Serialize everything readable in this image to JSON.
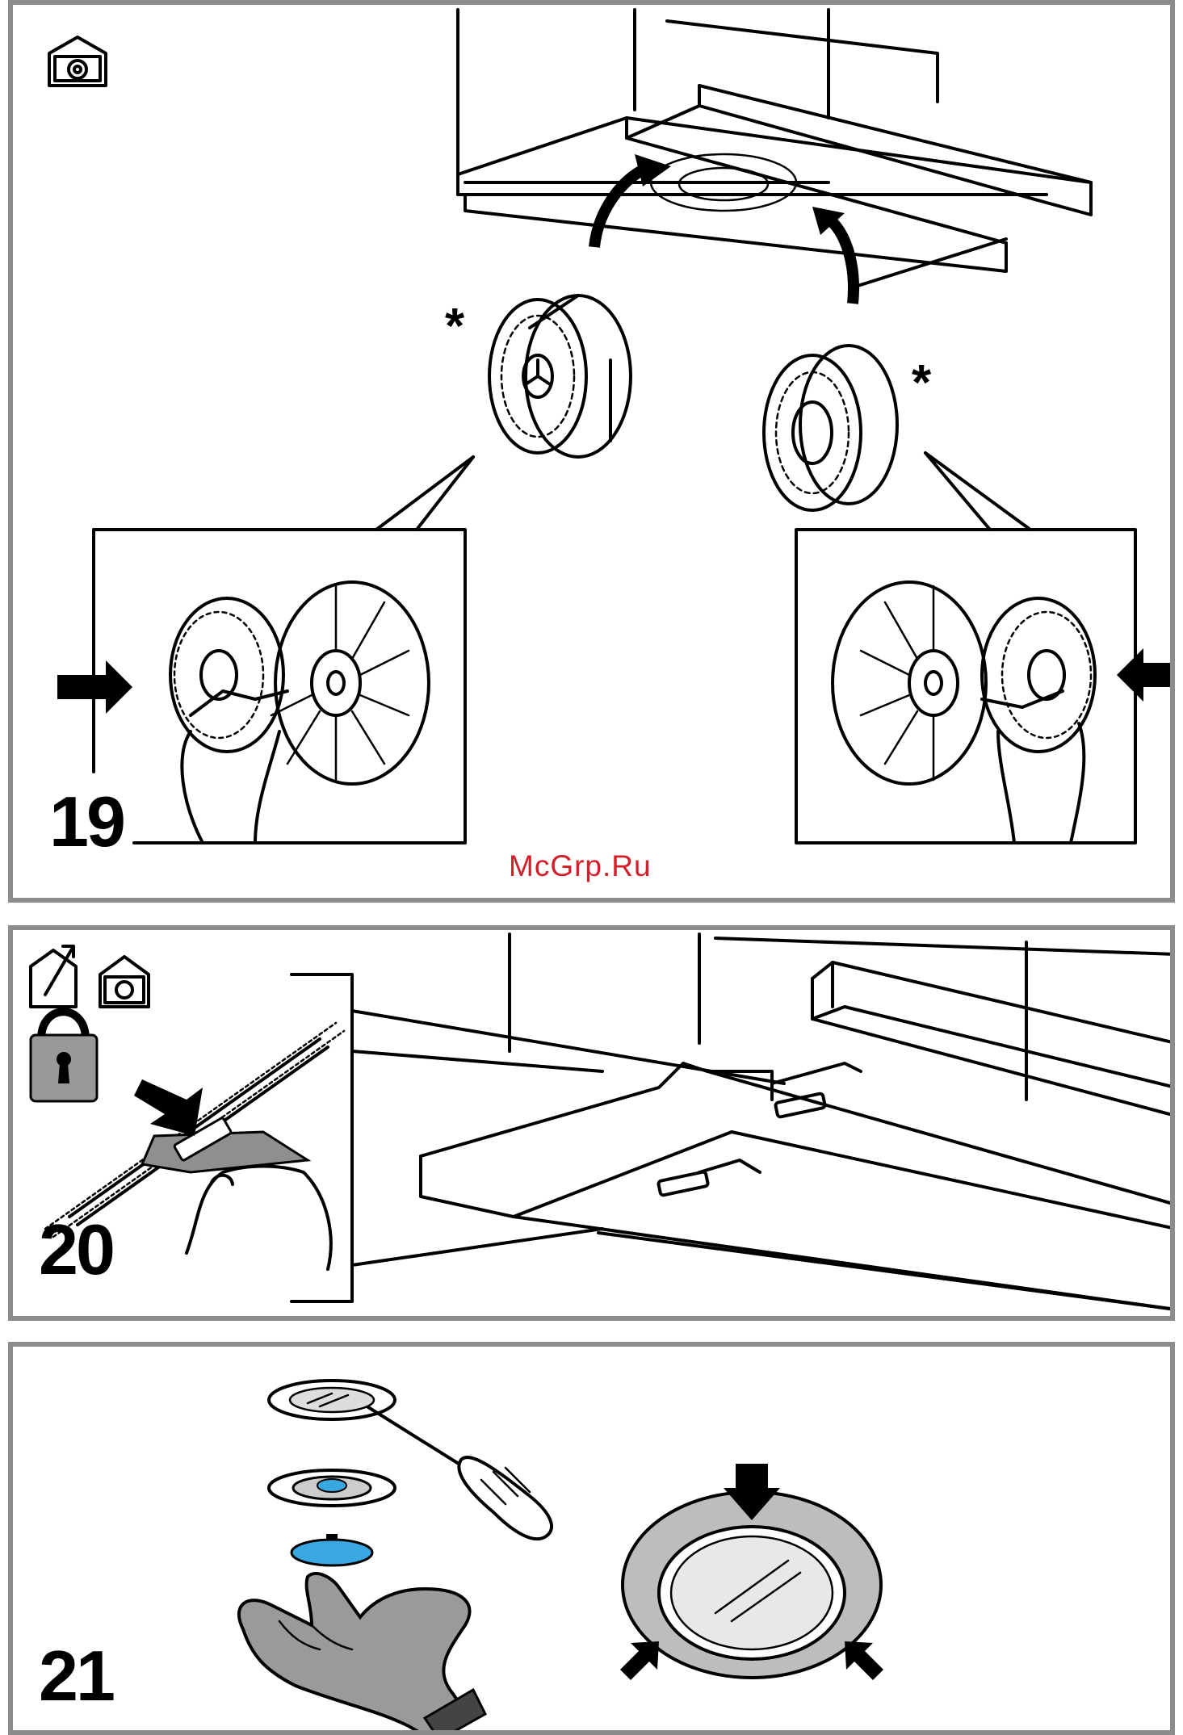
{
  "watermark": "McGrp.Ru",
  "steps": [
    {
      "number": "19",
      "asterisk_left": "*",
      "asterisk_right": "*",
      "icon": "recirculation-mode-icon"
    },
    {
      "number": "20",
      "icons": [
        "extraction-mode-icon",
        "recirculation-mode-icon",
        "padlock-icon"
      ]
    },
    {
      "number": "21",
      "icons": [
        "screwdriver-icon",
        "lamp-cover-icon",
        "glove-hand-icon"
      ]
    }
  ],
  "colors": {
    "panel_border": "#8c8c8c",
    "watermark": "#d21f2a",
    "bulb_blue": "#3aa8e0",
    "glove_grey": "#9a9a9a"
  }
}
